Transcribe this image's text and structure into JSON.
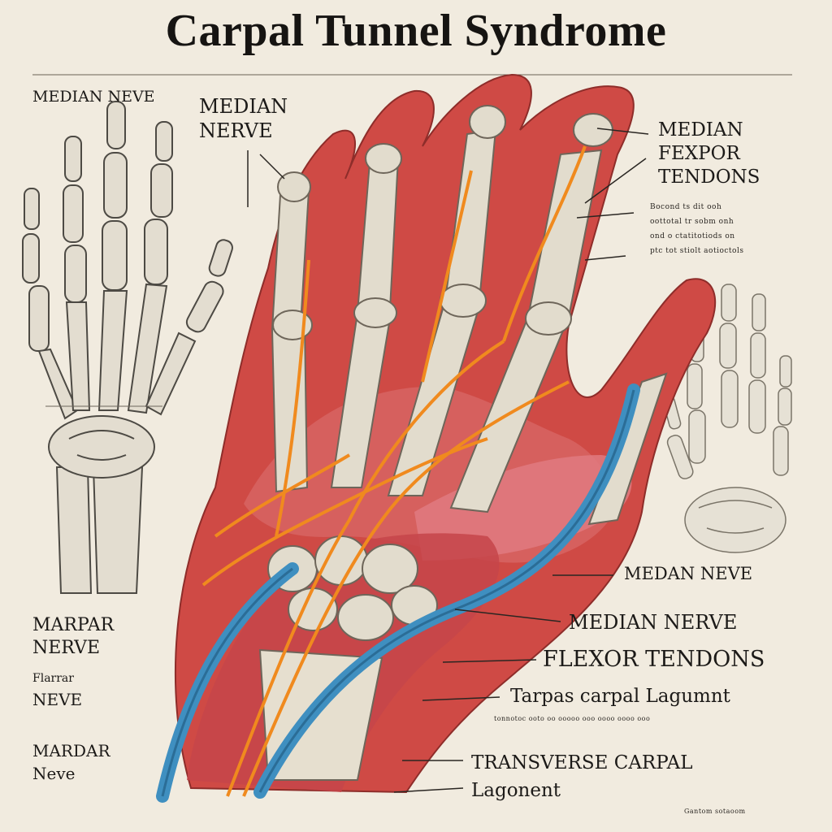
{
  "title": "Carpal Tunnel Syndrome",
  "labels": {
    "top_left_median_nerve": "MEDIAN NEVE",
    "median_nerve_upper": [
      "MEDIAN",
      "NERVE"
    ],
    "median_flexor_tendons": [
      "MEDIAN",
      "FEXPOR",
      "TENDONS"
    ],
    "small_text_block": [
      "Bocond ts dit ooh",
      "oottotal tr sobm onh",
      "ond o ctatitotiods on",
      "ptc tot stiolt aotioctols"
    ],
    "medan_nerve_right": "MEDAN NEVE",
    "median_nerve_right": "MEDIAN NERVE",
    "flexor_tendons_right": "FLEXOR TENDONS",
    "tarpas_carpal": "Tarpas carpal Lagumnt",
    "tarpas_small_line": "tonnotoc ooto oo ooooo ooo oooo oooo ooo",
    "transverse_carpal": [
      "TRANSVERSE CARPAL",
      "Lagonent"
    ],
    "marpar_nerve": [
      "MARPAR",
      "NERVE"
    ],
    "flarrar_neve": [
      "Flarrar",
      "NEVE"
    ],
    "mardar_neve": [
      "MARDAR",
      "Neve"
    ],
    "signature": "Gantom sotaoom"
  },
  "colors": {
    "background": "#f1ebdf",
    "bone": "#e2dccd",
    "muscle": "#cf4a45",
    "nerve_blue": "#3f8fc0",
    "nerve_orange": "#f08a1e"
  }
}
